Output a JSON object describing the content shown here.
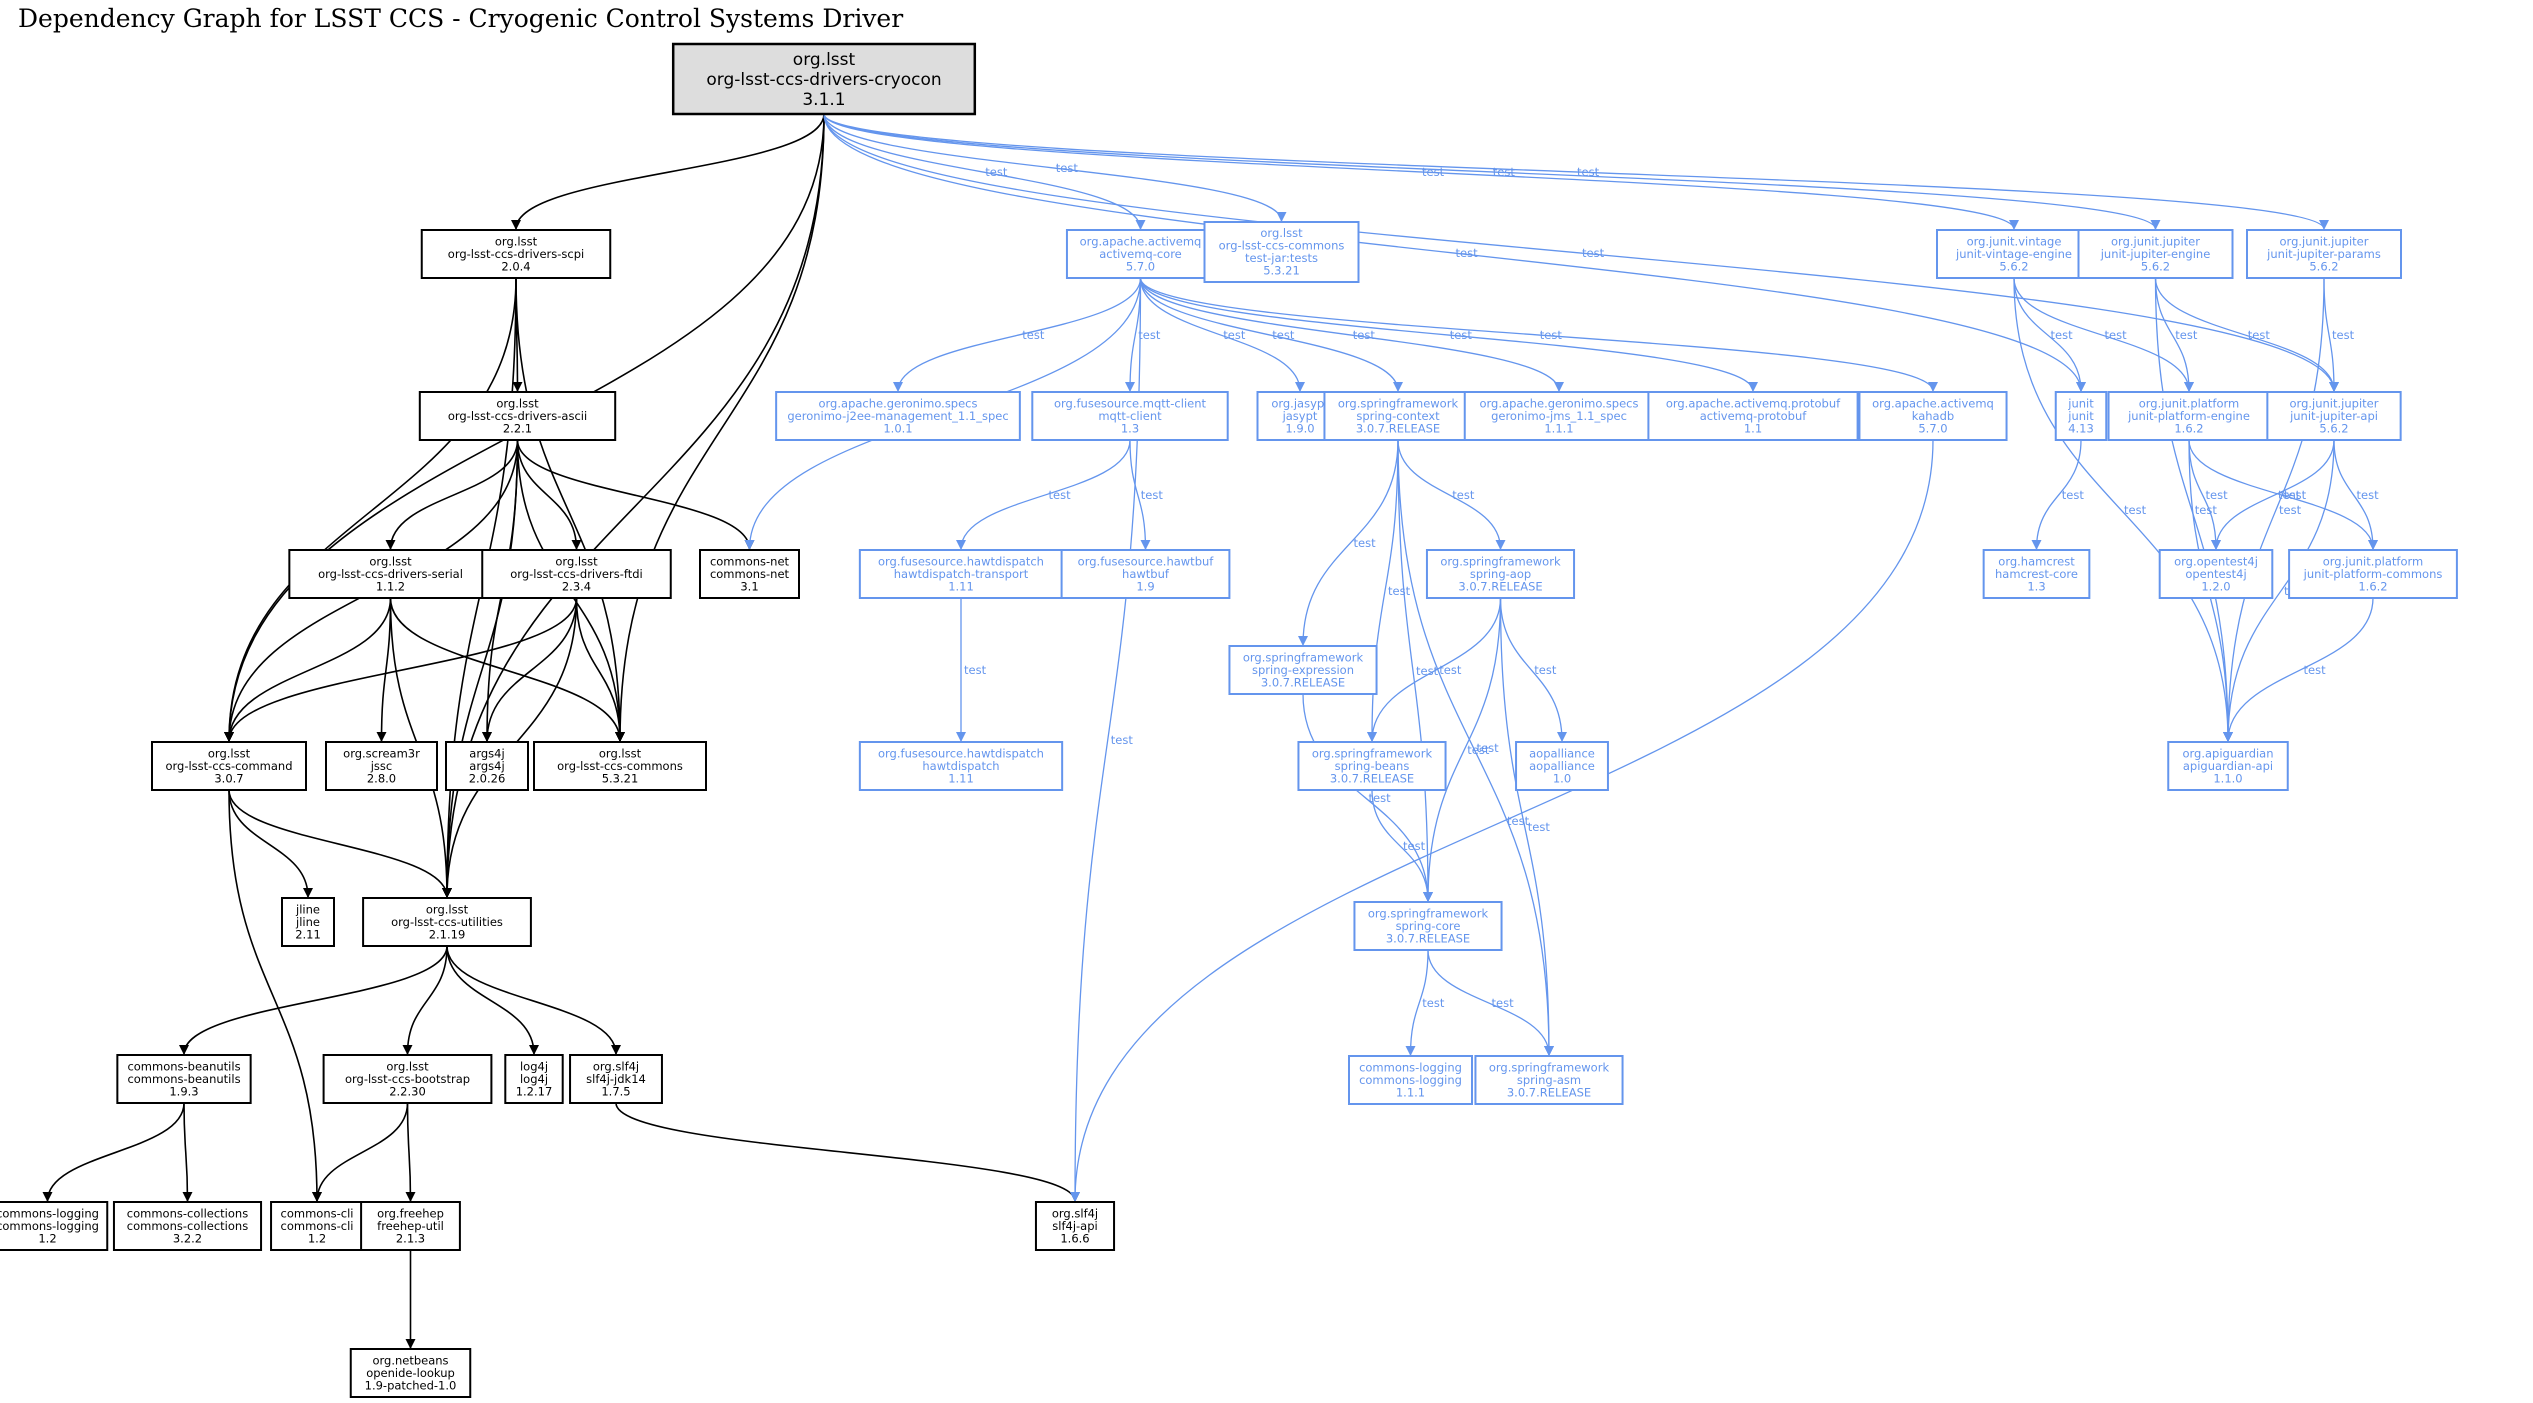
{
  "title": "Dependency Graph for LSST CCS - Cryogenic Control Systems Driver",
  "colors": {
    "compile": "#000000",
    "test": "#6495ED",
    "root_fill": "#dddddd"
  },
  "nodes": [
    {
      "id": "root",
      "scope": "root",
      "lines": [
        "org.lsst",
        "org-lsst-ccs-drivers-cryocon",
        "3.1.1"
      ]
    },
    {
      "id": "scpi",
      "scope": "compile",
      "lines": [
        "org.lsst",
        "org-lsst-ccs-drivers-scpi",
        "2.0.4"
      ]
    },
    {
      "id": "ascii",
      "scope": "compile",
      "lines": [
        "org.lsst",
        "org-lsst-ccs-drivers-ascii",
        "2.2.1"
      ]
    },
    {
      "id": "serial",
      "scope": "compile",
      "lines": [
        "org.lsst",
        "org-lsst-ccs-drivers-serial",
        "1.1.2"
      ]
    },
    {
      "id": "ftdi",
      "scope": "compile",
      "lines": [
        "org.lsst",
        "org-lsst-ccs-drivers-ftdi",
        "2.3.4"
      ]
    },
    {
      "id": "cnet",
      "scope": "compile",
      "lines": [
        "commons-net",
        "commons-net",
        "3.1"
      ]
    },
    {
      "id": "command",
      "scope": "compile",
      "lines": [
        "org.lsst",
        "org-lsst-ccs-command",
        "3.0.7"
      ]
    },
    {
      "id": "jssc",
      "scope": "compile",
      "lines": [
        "org.scream3r",
        "jssc",
        "2.8.0"
      ]
    },
    {
      "id": "args4j",
      "scope": "compile",
      "lines": [
        "args4j",
        "args4j",
        "2.0.26"
      ]
    },
    {
      "id": "commons",
      "scope": "compile",
      "lines": [
        "org.lsst",
        "org-lsst-ccs-commons",
        "5.3.21"
      ]
    },
    {
      "id": "jline",
      "scope": "compile",
      "lines": [
        "jline",
        "jline",
        "2.11"
      ]
    },
    {
      "id": "utilities",
      "scope": "compile",
      "lines": [
        "org.lsst",
        "org-lsst-ccs-utilities",
        "2.1.19"
      ]
    },
    {
      "id": "beanutils",
      "scope": "compile",
      "lines": [
        "commons-beanutils",
        "commons-beanutils",
        "1.9.3"
      ]
    },
    {
      "id": "bootstrap",
      "scope": "compile",
      "lines": [
        "org.lsst",
        "org-lsst-ccs-bootstrap",
        "2.2.30"
      ]
    },
    {
      "id": "log4j",
      "scope": "compile",
      "lines": [
        "log4j",
        "log4j",
        "1.2.17"
      ]
    },
    {
      "id": "jdk14",
      "scope": "compile",
      "lines": [
        "org.slf4j",
        "slf4j-jdk14",
        "1.7.5"
      ]
    },
    {
      "id": "clog12",
      "scope": "compile",
      "lines": [
        "commons-logging",
        "commons-logging",
        "1.2"
      ]
    },
    {
      "id": "ccoll",
      "scope": "compile",
      "lines": [
        "commons-collections",
        "commons-collections",
        "3.2.2"
      ]
    },
    {
      "id": "ccli",
      "scope": "compile",
      "lines": [
        "commons-cli",
        "commons-cli",
        "1.2"
      ]
    },
    {
      "id": "freehep",
      "scope": "compile",
      "lines": [
        "org.freehep",
        "freehep-util",
        "2.1.3"
      ]
    },
    {
      "id": "lookup",
      "scope": "compile",
      "lines": [
        "org.netbeans",
        "openide-lookup",
        "1.9-patched-1.0"
      ]
    },
    {
      "id": "slf4japi",
      "scope": "compile",
      "lines": [
        "org.slf4j",
        "slf4j-api",
        "1.6.6"
      ]
    },
    {
      "id": "amqcore",
      "scope": "test",
      "lines": [
        "org.apache.activemq",
        "activemq-core",
        "5.7.0"
      ]
    },
    {
      "id": "commonstests",
      "scope": "test",
      "lines": [
        "org.lsst",
        "org-lsst-ccs-commons",
        "test-jar:tests",
        "5.3.21"
      ]
    },
    {
      "id": "j2ee",
      "scope": "test",
      "lines": [
        "org.apache.geronimo.specs",
        "geronimo-j2ee-management_1.1_spec",
        "1.0.1"
      ]
    },
    {
      "id": "mqtt",
      "scope": "test",
      "lines": [
        "org.fusesource.mqtt-client",
        "mqtt-client",
        "1.3"
      ]
    },
    {
      "id": "jasypt",
      "scope": "test",
      "lines": [
        "org.jasypt",
        "jasypt",
        "1.9.0"
      ]
    },
    {
      "id": "springctx",
      "scope": "test",
      "lines": [
        "org.springframework",
        "spring-context",
        "3.0.7.RELEASE"
      ]
    },
    {
      "id": "jms",
      "scope": "test",
      "lines": [
        "org.apache.geronimo.specs",
        "geronimo-jms_1.1_spec",
        "1.1.1"
      ]
    },
    {
      "id": "protobuf",
      "scope": "test",
      "lines": [
        "org.apache.activemq.protobuf",
        "activemq-protobuf",
        "1.1"
      ]
    },
    {
      "id": "kahadb",
      "scope": "test",
      "lines": [
        "org.apache.activemq",
        "kahadb",
        "5.7.0"
      ]
    },
    {
      "id": "junit",
      "scope": "test",
      "lines": [
        "junit",
        "junit",
        "4.13"
      ]
    },
    {
      "id": "vintage",
      "scope": "test",
      "lines": [
        "org.junit.vintage",
        "junit-vintage-engine",
        "5.6.2"
      ]
    },
    {
      "id": "jupeng",
      "scope": "test",
      "lines": [
        "org.junit.jupiter",
        "junit-jupiter-engine",
        "5.6.2"
      ]
    },
    {
      "id": "jupparams",
      "scope": "test",
      "lines": [
        "org.junit.jupiter",
        "junit-jupiter-params",
        "5.6.2"
      ]
    },
    {
      "id": "platengine",
      "scope": "test",
      "lines": [
        "org.junit.platform",
        "junit-platform-engine",
        "1.6.2"
      ]
    },
    {
      "id": "jupapi",
      "scope": "test",
      "lines": [
        "org.junit.jupiter",
        "junit-jupiter-api",
        "5.6.2"
      ]
    },
    {
      "id": "hawttrans",
      "scope": "test",
      "lines": [
        "org.fusesource.hawtdispatch",
        "hawtdispatch-transport",
        "1.11"
      ]
    },
    {
      "id": "hawtbuf",
      "scope": "test",
      "lines": [
        "org.fusesource.hawtbuf",
        "hawtbuf",
        "1.9"
      ]
    },
    {
      "id": "springaop",
      "scope": "test",
      "lines": [
        "org.springframework",
        "spring-aop",
        "3.0.7.RELEASE"
      ]
    },
    {
      "id": "springexpr",
      "scope": "test",
      "lines": [
        "org.springframework",
        "spring-expression",
        "3.0.7.RELEASE"
      ]
    },
    {
      "id": "hawtdisp",
      "scope": "test",
      "lines": [
        "org.fusesource.hawtdispatch",
        "hawtdispatch",
        "1.11"
      ]
    },
    {
      "id": "springbeans",
      "scope": "test",
      "lines": [
        "org.springframework",
        "spring-beans",
        "3.0.7.RELEASE"
      ]
    },
    {
      "id": "aopalliance",
      "scope": "test",
      "lines": [
        "aopalliance",
        "aopalliance",
        "1.0"
      ]
    },
    {
      "id": "springcore",
      "scope": "test",
      "lines": [
        "org.springframework",
        "spring-core",
        "3.0.7.RELEASE"
      ]
    },
    {
      "id": "clog111",
      "scope": "test",
      "lines": [
        "commons-logging",
        "commons-logging",
        "1.1.1"
      ]
    },
    {
      "id": "springasm",
      "scope": "test",
      "lines": [
        "org.springframework",
        "spring-asm",
        "3.0.7.RELEASE"
      ]
    },
    {
      "id": "hamcrest",
      "scope": "test",
      "lines": [
        "org.hamcrest",
        "hamcrest-core",
        "1.3"
      ]
    },
    {
      "id": "opentest4j",
      "scope": "test",
      "lines": [
        "org.opentest4j",
        "opentest4j",
        "1.2.0"
      ]
    },
    {
      "id": "platcommons",
      "scope": "test",
      "lines": [
        "org.junit.platform",
        "junit-platform-commons",
        "1.6.2"
      ]
    },
    {
      "id": "apiguardian",
      "scope": "test",
      "lines": [
        "org.apiguardian",
        "apiguardian-api",
        "1.1.0"
      ]
    }
  ],
  "edges": [
    {
      "from": "root",
      "to": "scpi",
      "scope": "compile"
    },
    {
      "from": "root",
      "to": "command",
      "scope": "compile"
    },
    {
      "from": "root",
      "to": "commons",
      "scope": "compile"
    },
    {
      "from": "root",
      "to": "utilities",
      "scope": "compile"
    },
    {
      "from": "root",
      "to": "amqcore",
      "scope": "test",
      "label": "test"
    },
    {
      "from": "root",
      "to": "commonstests",
      "scope": "test",
      "label": "test"
    },
    {
      "from": "root",
      "to": "junit",
      "scope": "test",
      "label": "test"
    },
    {
      "from": "root",
      "to": "vintage",
      "scope": "test",
      "label": "test"
    },
    {
      "from": "root",
      "to": "jupeng",
      "scope": "test",
      "label": "test"
    },
    {
      "from": "root",
      "to": "jupapi",
      "scope": "test",
      "label": "test"
    },
    {
      "from": "root",
      "to": "jupparams",
      "scope": "test",
      "label": "test"
    },
    {
      "from": "scpi",
      "to": "ascii",
      "scope": "compile"
    },
    {
      "from": "scpi",
      "to": "command",
      "scope": "compile"
    },
    {
      "from": "scpi",
      "to": "utilities",
      "scope": "compile"
    },
    {
      "from": "scpi",
      "to": "commons",
      "scope": "compile"
    },
    {
      "from": "ascii",
      "to": "serial",
      "scope": "compile"
    },
    {
      "from": "ascii",
      "to": "ftdi",
      "scope": "compile"
    },
    {
      "from": "ascii",
      "to": "cnet",
      "scope": "compile"
    },
    {
      "from": "ascii",
      "to": "command",
      "scope": "compile"
    },
    {
      "from": "ascii",
      "to": "args4j",
      "scope": "compile"
    },
    {
      "from": "ascii",
      "to": "commons",
      "scope": "compile"
    },
    {
      "from": "ascii",
      "to": "utilities",
      "scope": "compile"
    },
    {
      "from": "serial",
      "to": "command",
      "scope": "compile"
    },
    {
      "from": "serial",
      "to": "jssc",
      "scope": "compile"
    },
    {
      "from": "serial",
      "to": "commons",
      "scope": "compile"
    },
    {
      "from": "serial",
      "to": "utilities",
      "scope": "compile"
    },
    {
      "from": "ftdi",
      "to": "command",
      "scope": "compile"
    },
    {
      "from": "ftdi",
      "to": "args4j",
      "scope": "compile"
    },
    {
      "from": "ftdi",
      "to": "commons",
      "scope": "compile"
    },
    {
      "from": "ftdi",
      "to": "utilities",
      "scope": "compile"
    },
    {
      "from": "command",
      "to": "jline",
      "scope": "compile"
    },
    {
      "from": "command",
      "to": "utilities",
      "scope": "compile"
    },
    {
      "from": "command",
      "to": "ccli",
      "scope": "compile"
    },
    {
      "from": "utilities",
      "to": "beanutils",
      "scope": "compile"
    },
    {
      "from": "utilities",
      "to": "bootstrap",
      "scope": "compile"
    },
    {
      "from": "utilities",
      "to": "log4j",
      "scope": "compile"
    },
    {
      "from": "utilities",
      "to": "jdk14",
      "scope": "compile"
    },
    {
      "from": "beanutils",
      "to": "clog12",
      "scope": "compile"
    },
    {
      "from": "beanutils",
      "to": "ccoll",
      "scope": "compile"
    },
    {
      "from": "bootstrap",
      "to": "ccli",
      "scope": "compile"
    },
    {
      "from": "bootstrap",
      "to": "freehep",
      "scope": "compile"
    },
    {
      "from": "freehep",
      "to": "lookup",
      "scope": "compile"
    },
    {
      "from": "jdk14",
      "to": "slf4japi",
      "scope": "compile"
    },
    {
      "from": "amqcore",
      "to": "cnet",
      "scope": "test",
      "label": "test"
    },
    {
      "from": "amqcore",
      "to": "j2ee",
      "scope": "test",
      "label": "test"
    },
    {
      "from": "amqcore",
      "to": "mqtt",
      "scope": "test",
      "label": "test"
    },
    {
      "from": "amqcore",
      "to": "slf4japi",
      "scope": "test",
      "label": "test"
    },
    {
      "from": "amqcore",
      "to": "jasypt",
      "scope": "test",
      "label": "test"
    },
    {
      "from": "amqcore",
      "to": "springctx",
      "scope": "test",
      "label": "test"
    },
    {
      "from": "amqcore",
      "to": "jms",
      "scope": "test",
      "label": "test"
    },
    {
      "from": "amqcore",
      "to": "protobuf",
      "scope": "test",
      "label": "test"
    },
    {
      "from": "amqcore",
      "to": "kahadb",
      "scope": "test",
      "label": "test"
    },
    {
      "from": "mqtt",
      "to": "hawttrans",
      "scope": "test",
      "label": "test"
    },
    {
      "from": "mqtt",
      "to": "hawtbuf",
      "scope": "test",
      "label": "test"
    },
    {
      "from": "hawttrans",
      "to": "hawtdisp",
      "scope": "test",
      "label": "test"
    },
    {
      "from": "springctx",
      "to": "springexpr",
      "scope": "test",
      "label": "test"
    },
    {
      "from": "springctx",
      "to": "springbeans",
      "scope": "test",
      "label": "test"
    },
    {
      "from": "springctx",
      "to": "springcore",
      "scope": "test",
      "label": "test"
    },
    {
      "from": "springctx",
      "to": "springaop",
      "scope": "test",
      "label": "test"
    },
    {
      "from": "springctx",
      "to": "springasm",
      "scope": "test",
      "label": "test"
    },
    {
      "from": "springaop",
      "to": "springbeans",
      "scope": "test",
      "label": "test"
    },
    {
      "from": "springaop",
      "to": "springcore",
      "scope": "test",
      "label": "test"
    },
    {
      "from": "springaop",
      "to": "aopalliance",
      "scope": "test",
      "label": "test"
    },
    {
      "from": "springaop",
      "to": "springasm",
      "scope": "test",
      "label": "test"
    },
    {
      "from": "springexpr",
      "to": "springcore",
      "scope": "test",
      "label": "test"
    },
    {
      "from": "springbeans",
      "to": "springcore",
      "scope": "test",
      "label": "test"
    },
    {
      "from": "springcore",
      "to": "clog111",
      "scope": "test",
      "label": "test"
    },
    {
      "from": "springcore",
      "to": "springasm",
      "scope": "test",
      "label": "test"
    },
    {
      "from": "kahadb",
      "to": "slf4japi",
      "scope": "test",
      "label": "test"
    },
    {
      "from": "junit",
      "to": "hamcrest",
      "scope": "test",
      "label": "test"
    },
    {
      "from": "vintage",
      "to": "junit",
      "scope": "test",
      "label": "test"
    },
    {
      "from": "vintage",
      "to": "platengine",
      "scope": "test",
      "label": "test"
    },
    {
      "from": "vintage",
      "to": "apiguardian",
      "scope": "test",
      "label": "test"
    },
    {
      "from": "jupeng",
      "to": "platengine",
      "scope": "test",
      "label": "test"
    },
    {
      "from": "jupeng",
      "to": "jupapi",
      "scope": "test",
      "label": "test"
    },
    {
      "from": "jupeng",
      "to": "apiguardian",
      "scope": "test",
      "label": "test"
    },
    {
      "from": "jupparams",
      "to": "jupapi",
      "scope": "test",
      "label": "test"
    },
    {
      "from": "jupparams",
      "to": "apiguardian",
      "scope": "test",
      "label": "test"
    },
    {
      "from": "platengine",
      "to": "opentest4j",
      "scope": "test",
      "label": "test"
    },
    {
      "from": "platengine",
      "to": "platcommons",
      "scope": "test",
      "label": "test"
    },
    {
      "from": "platengine",
      "to": "apiguardian",
      "scope": "test",
      "label": "test"
    },
    {
      "from": "jupapi",
      "to": "opentest4j",
      "scope": "test",
      "label": "test"
    },
    {
      "from": "jupapi",
      "to": "platcommons",
      "scope": "test",
      "label": "test"
    },
    {
      "from": "jupapi",
      "to": "apiguardian",
      "scope": "test",
      "label": "test"
    },
    {
      "from": "platcommons",
      "to": "apiguardian",
      "scope": "test",
      "label": "test"
    }
  ]
}
